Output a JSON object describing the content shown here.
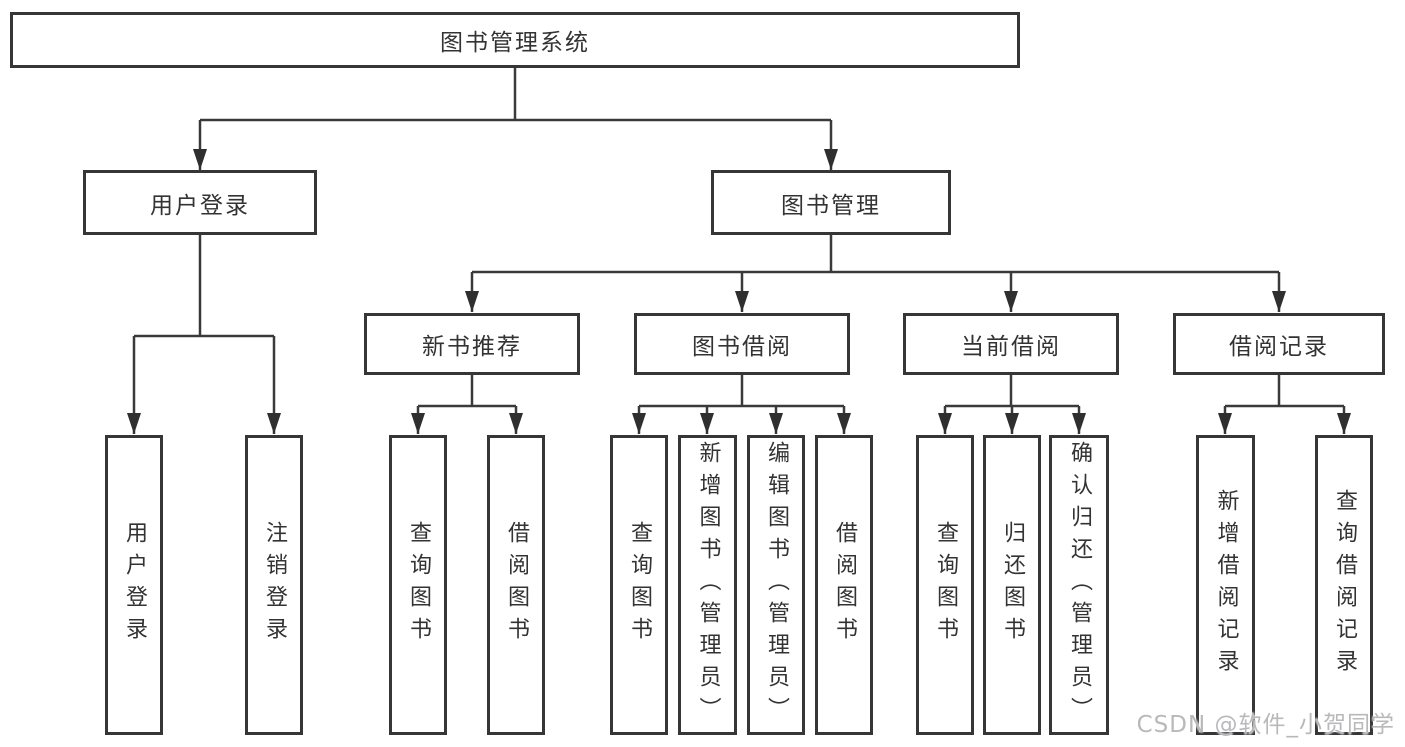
{
  "diagram": {
    "title": "图书管理系统",
    "tree": {
      "root": {
        "label": "图书管理系统",
        "children": [
          {
            "label": "用户登录",
            "children": [
              {
                "label": "用户登录"
              },
              {
                "label": "注销登录"
              }
            ]
          },
          {
            "label": "图书管理",
            "children": [
              {
                "label": "新书推荐",
                "children": [
                  {
                    "label": "查询图书"
                  },
                  {
                    "label": "借阅图书"
                  }
                ]
              },
              {
                "label": "图书借阅",
                "children": [
                  {
                    "label": "查询图书"
                  },
                  {
                    "label": "新增图书（管理员）"
                  },
                  {
                    "label": "编辑图书（管理员）"
                  },
                  {
                    "label": "借阅图书"
                  }
                ]
              },
              {
                "label": "当前借阅",
                "children": [
                  {
                    "label": "查询图书"
                  },
                  {
                    "label": "归还图书"
                  },
                  {
                    "label": "确认归还（管理员）"
                  }
                ]
              },
              {
                "label": "借阅记录",
                "children": [
                  {
                    "label": "新增借阅记录"
                  },
                  {
                    "label": "查询借阅记录"
                  }
                ]
              }
            ]
          }
        ]
      }
    },
    "colors": {
      "line": "#3a3a3a",
      "box_border": "#363636",
      "text": "#333333",
      "watermark": "#b9b9bc",
      "background": "#ffffff"
    }
  },
  "watermark": {
    "text": "CSDN @软件_小贺同学"
  }
}
